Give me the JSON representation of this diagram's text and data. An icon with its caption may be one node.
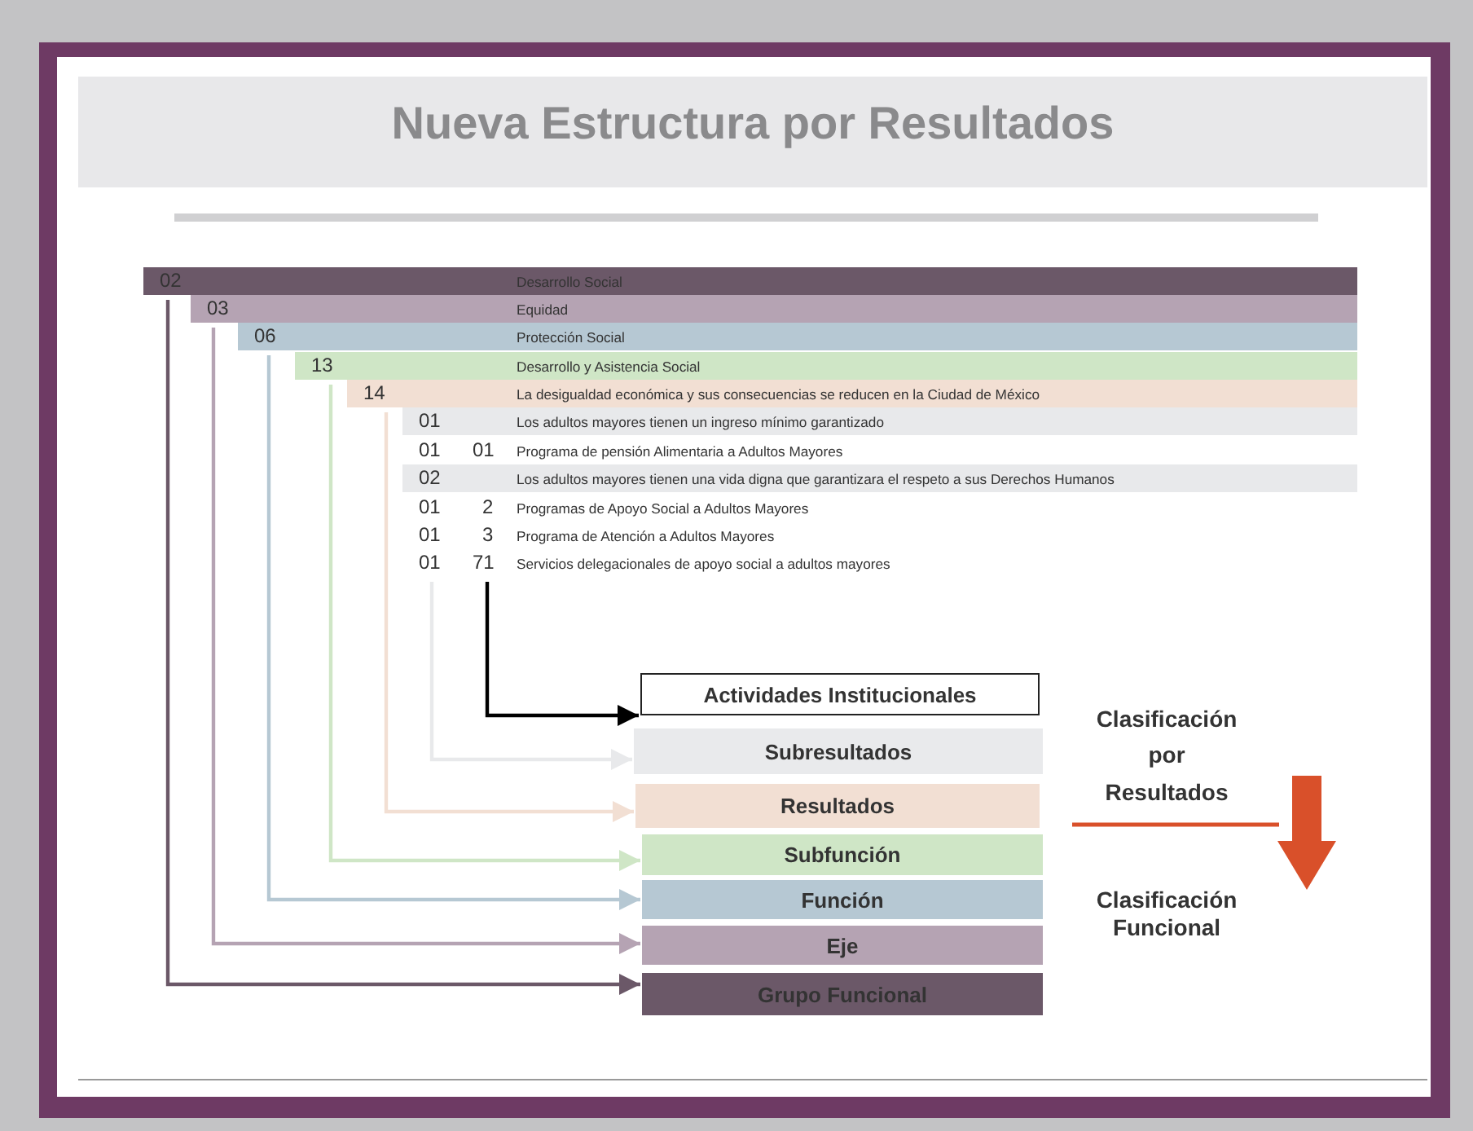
{
  "diagram": {
    "title": "Nueva Estructura por Resultados",
    "nodes": [
      {
        "text": [
          "02",
          "Desarrollo Social"
        ]
      },
      {
        "text": [
          "03",
          "Equidad"
        ]
      },
      {
        "text": [
          "06",
          "Protección Social"
        ]
      },
      {
        "text": [
          "13",
          "Desarrollo y Asistencia Social"
        ]
      },
      {
        "text": [
          "14",
          "La desigualdad económica y sus consecuencias se reducen en la Ciudad de México"
        ]
      },
      {
        "text": [
          "01",
          "Los adultos mayores tienen un ingreso mínimo garantizado"
        ]
      },
      {
        "text": [
          "01",
          "01",
          "Programa de pensión Alimentaria a Adultos Mayores"
        ]
      },
      {
        "text": [
          "02",
          "Los adultos  mayores tienen una vida digna que garantizara el respeto a sus Derechos Humanos"
        ]
      },
      {
        "text": [
          "01",
          "2",
          "Programas de Apoyo Social a Adultos Mayores"
        ]
      },
      {
        "text": [
          "01",
          "3",
          "Programa de Atención a Adultos Mayores"
        ]
      },
      {
        "text": [
          "01",
          "71",
          "Servicios delegacionales de apoyo social a adultos mayores"
        ]
      },
      {
        "text": [
          "Actividades Institucionales"
        ]
      },
      {
        "text": [
          "Subresultados"
        ]
      },
      {
        "text": [
          "Resultados"
        ]
      },
      {
        "text": [
          "Subfunción"
        ]
      },
      {
        "text": [
          "Función"
        ]
      },
      {
        "text": [
          "Eje"
        ]
      },
      {
        "text": [
          "Grupo Funcional"
        ]
      }
    ],
    "edges": [
      {
        "from": 10,
        "to": 11,
        "arrow": "to",
        "color": "#000000"
      },
      {
        "from": 10,
        "to": 12,
        "arrow": "to",
        "color": "#e8e9eb"
      },
      {
        "from": 4,
        "to": 13,
        "arrow": "to",
        "color": "#f2dfd3"
      },
      {
        "from": 3,
        "to": 14,
        "arrow": "to",
        "color": "#cfe6c6"
      },
      {
        "from": 2,
        "to": 15,
        "arrow": "to",
        "color": "#b6c8d3"
      },
      {
        "from": 1,
        "to": 16,
        "arrow": "to",
        "color": "#b5a3b3"
      },
      {
        "from": 0,
        "to": 17,
        "arrow": "to",
        "color": "#6b5868"
      }
    ],
    "labels": [
      "Clasificación por Resultados",
      "Clasificación Funcional"
    ]
  }
}
